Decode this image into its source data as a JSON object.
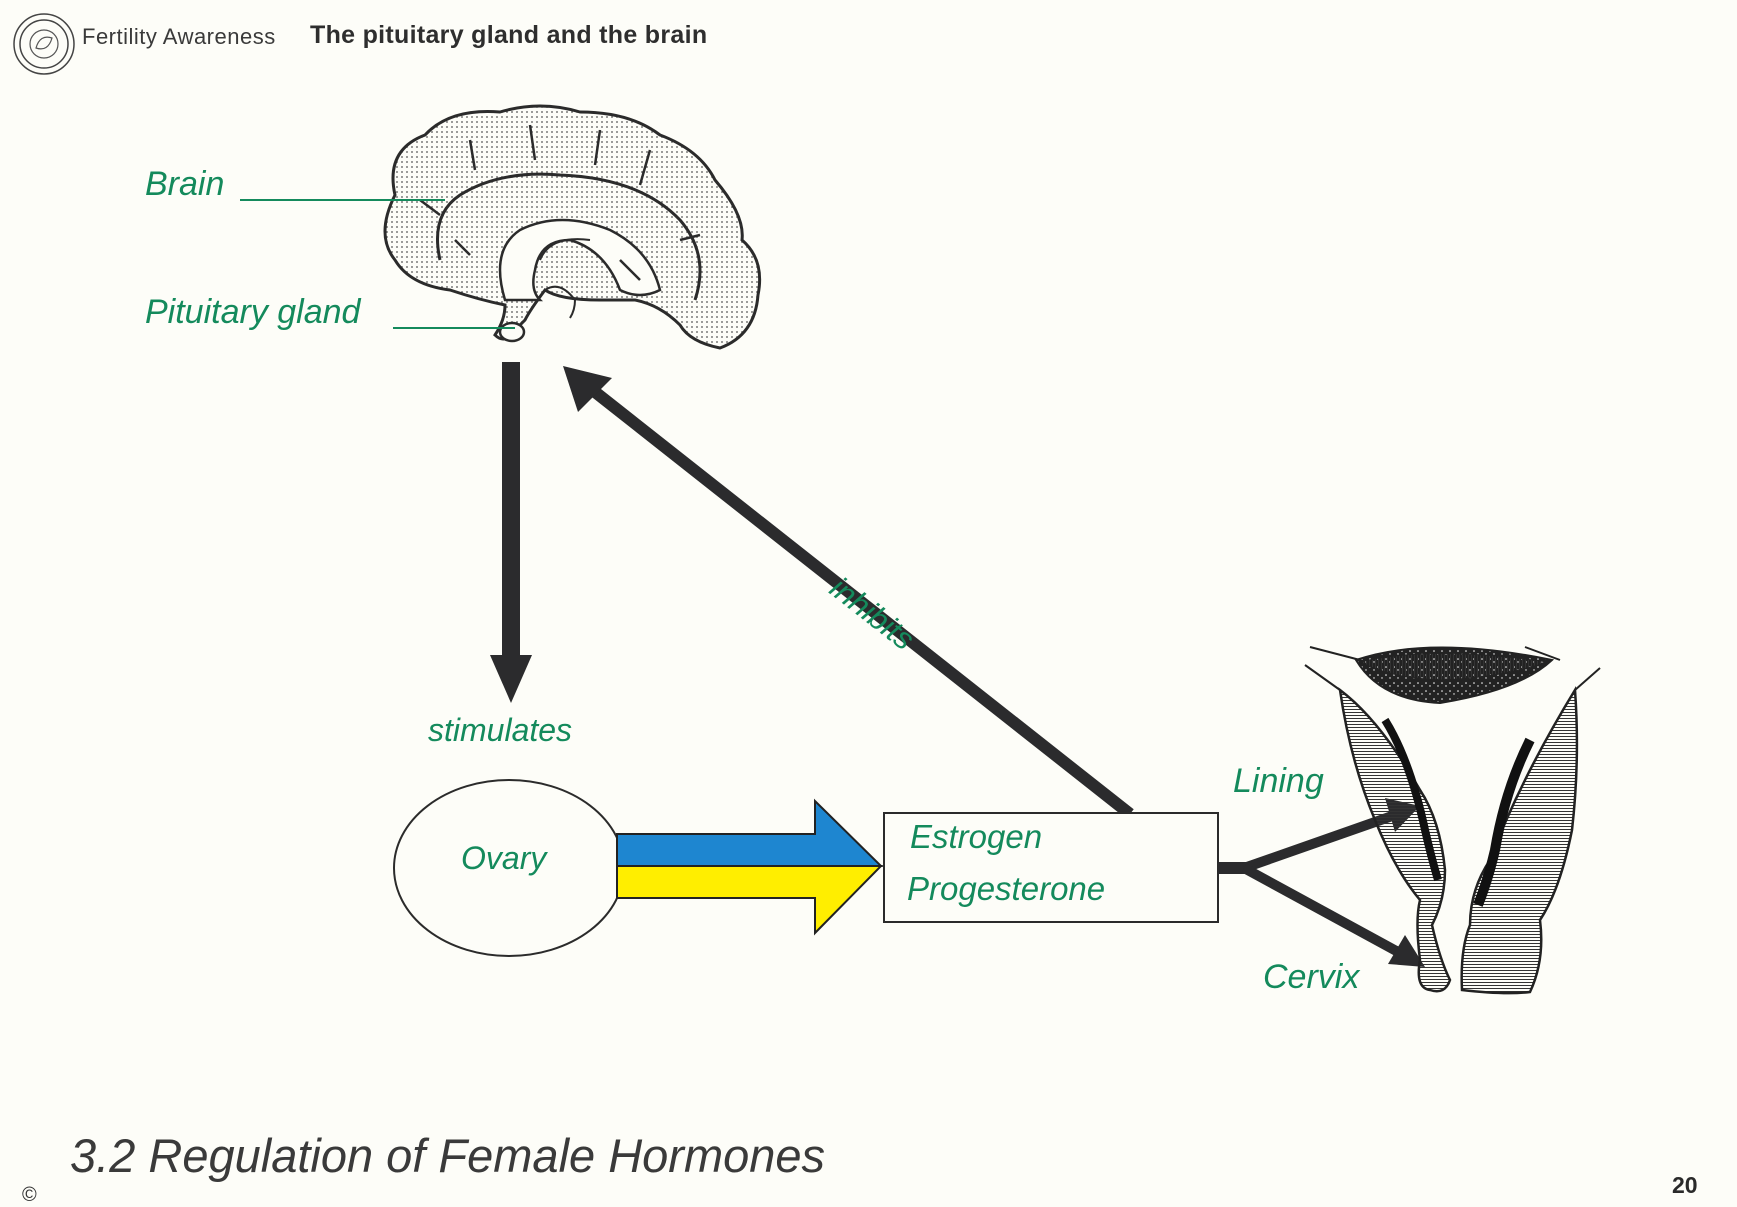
{
  "header": {
    "logo_icon": "fertility-awareness-logo-icon",
    "series": "Fertility Awareness",
    "title": "The pituitary gland and the brain"
  },
  "diagram": {
    "labels": {
      "brain": "Brain",
      "pituitary": "Pituitary gland",
      "stimulates": "stimulates",
      "inhibits": "inhibits",
      "ovary": "Ovary",
      "estrogen": "Estrogen",
      "progesterone": "Progesterone",
      "lining": "Lining",
      "cervix": "Cervix"
    },
    "colors": {
      "label_green": "#148a5c",
      "arrow_dark": "#2b2b2d",
      "estrogen_blue": "#1e86d0",
      "progesterone_yellow": "#ffee00"
    }
  },
  "footer": {
    "title": "3.2 Regulation of Female Hormones",
    "copyright": "©",
    "page_number": "20"
  }
}
